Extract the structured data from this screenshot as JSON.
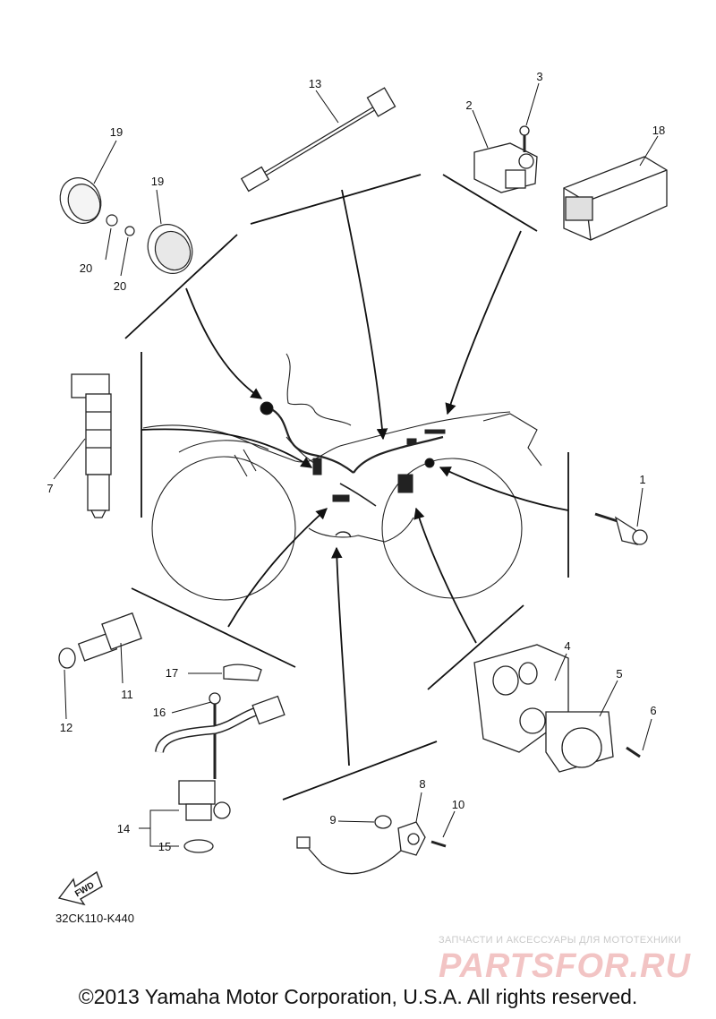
{
  "callouts": {
    "c1": "1",
    "c2": "2",
    "c3": "3",
    "c4": "4",
    "c5": "5",
    "c6": "6",
    "c7": "7",
    "c8": "8",
    "c9": "9",
    "c10": "10",
    "c11": "11",
    "c12": "12",
    "c13": "13",
    "c14": "14",
    "c15": "15",
    "c16": "16",
    "c17": "17",
    "c18": "18",
    "c19a": "19",
    "c19b": "19",
    "c20a": "20",
    "c20b": "20"
  },
  "fwd_label": "FWD",
  "reference_code": "32CK110-K440",
  "copyright": "©2013 Yamaha Motor Corporation, U.S.A. All rights reserved.",
  "watermark": {
    "tagline": "ЗАПЧАСТИ И АКСЕССУАРЫ ДЛЯ МОТОТЕХНИКИ",
    "brand": "PARTSFOR.RU"
  }
}
